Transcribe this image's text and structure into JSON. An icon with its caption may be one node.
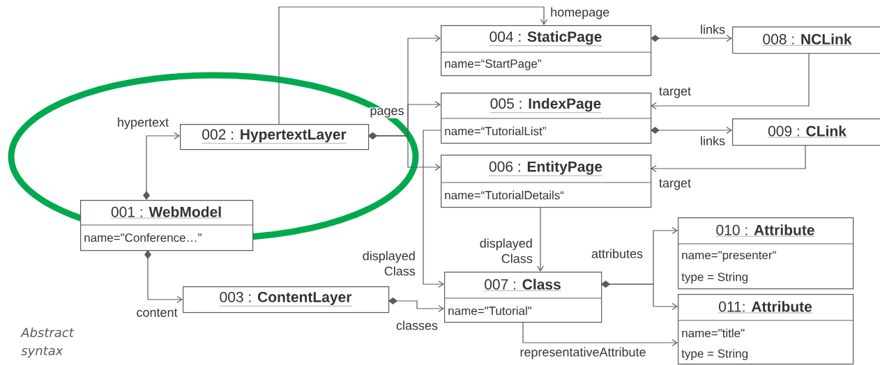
{
  "diagram": {
    "nodes": [
      {
        "text": [
          "001 : **WebModel**",
          "name=\"Conference…\""
        ]
      },
      {
        "text": [
          "002 : **HypertextLayer**"
        ]
      },
      {
        "text": [
          "003 : **ContentLayer**"
        ]
      },
      {
        "text": [
          "004 : **StaticPage**",
          "name=“StartPage”"
        ]
      },
      {
        "text": [
          "005 : **IndexPage**",
          "name=“TutorialList”"
        ]
      },
      {
        "text": [
          "006 : **EntityPage**",
          "name=“TutorialDetails“"
        ]
      },
      {
        "text": [
          "007 : **Class**",
          "name=\"Tutorial\""
        ]
      },
      {
        "text": [
          "008 : **NCLink**"
        ]
      },
      {
        "text": [
          "009 : **CLink**"
        ]
      },
      {
        "text": [
          "010 : **Attribute**",
          "name=\"presenter\"",
          "type = String"
        ]
      },
      {
        "text": [
          "011: **Attribute**",
          "name=\"title\"",
          "type = String"
        ]
      }
    ],
    "edges": [
      {
        "from": 0,
        "to": 1,
        "arrow": "to",
        "label": "hypertext"
      },
      {
        "from": 0,
        "to": 2,
        "arrow": "to",
        "label": "content"
      },
      {
        "from": 1,
        "to": 3,
        "arrow": "to",
        "label": "homepage"
      },
      {
        "from": 1,
        "to": 3,
        "arrow": "to"
      },
      {
        "from": 1,
        "to": 4,
        "arrow": "to",
        "label": "pages"
      },
      {
        "from": 1,
        "to": 5,
        "arrow": "to"
      },
      {
        "from": 4,
        "to": 6,
        "arrow": "to",
        "label": "displayed Class"
      },
      {
        "from": 5,
        "to": 6,
        "arrow": "to",
        "label": "displayed Class"
      },
      {
        "from": 2,
        "to": 6,
        "arrow": "to",
        "label": "classes"
      },
      {
        "from": 3,
        "to": 7,
        "arrow": "to",
        "label": "links"
      },
      {
        "from": 7,
        "to": 4,
        "arrow": "to",
        "label": "target"
      },
      {
        "from": 4,
        "to": 8,
        "arrow": "to",
        "label": "links"
      },
      {
        "from": 8,
        "to": 5,
        "arrow": "to",
        "label": "target"
      },
      {
        "from": 6,
        "to": 9,
        "arrow": "to",
        "label": "attributes"
      },
      {
        "from": 6,
        "to": 10,
        "arrow": "to"
      },
      {
        "from": 6,
        "to": 10,
        "arrow": "to",
        "label": "representativeAttribute"
      }
    ],
    "labels": [
      "Abstract syntax"
    ]
  }
}
